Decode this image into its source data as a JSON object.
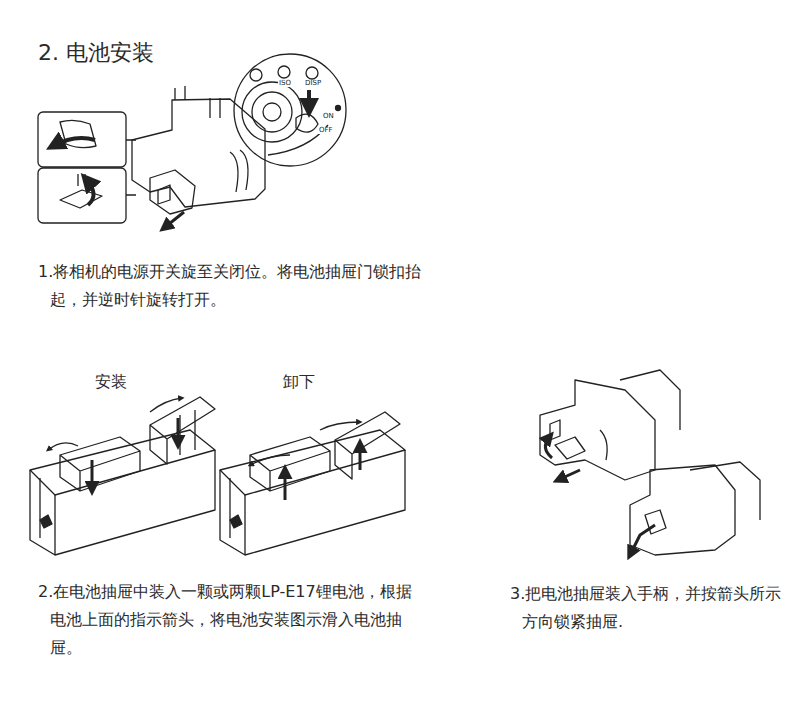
{
  "diagram": {
    "title": "2. 电池安装",
    "labels": [
      "1.将相机的电源开关旋至关闭位。将电池抽屉门锁扣抬起，并逆时针旋转打开。",
      "安装",
      "卸下",
      "2.在电池抽屉中装入一颗或两颗LP-E17锂电池，根据电池上面的指示箭头，将电池安装图示滑入电池抽屉。",
      "3.把电池抽屉装入手柄，并按箭头所示方向锁紧抽屉.",
      "ISO",
      "DISP",
      "ON",
      "OFF"
    ]
  }
}
